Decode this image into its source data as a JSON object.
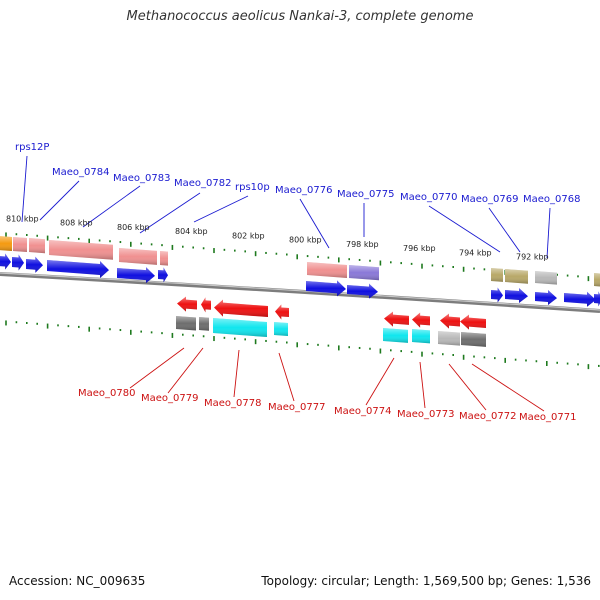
{
  "title": "Methanococcus aeolicus Nankai-3, complete genome",
  "footer": {
    "accession": "Accession: NC_009635",
    "stats": "Topology: circular; Length: 1,569,500 bp; Genes: 1,536"
  },
  "colors": {
    "forward_label": "#1a1ad0",
    "reverse_label": "#cc1111",
    "tick": "#1e7a1e",
    "backbone": "#8a8a8a",
    "cds": "#1010e0",
    "cds_reverse": "#ee1111",
    "cog_salmon": "#f09090",
    "cog_purple": "#8a78d8",
    "cog_olive": "#b8a868",
    "cog_gray": "#b8b8b8",
    "cog_darkgray": "#6e6e6e",
    "cog_cyan": "#10e6ee",
    "cog_orange": "#f59a10"
  },
  "scale_labels": [
    "810 kbp",
    "808 kbp",
    "806 kbp",
    "804 kbp",
    "802 kbp",
    "800 kbp",
    "798 kbp",
    "796 kbp",
    "794 kbp",
    "792 kbp"
  ],
  "forward_genes": [
    "rps12P",
    "Maeo_0784",
    "Maeo_0783",
    "Maeo_0782",
    "rps10p",
    "Maeo_0776",
    "Maeo_0775",
    "Maeo_0770",
    "Maeo_0769",
    "Maeo_0768"
  ],
  "reverse_genes": [
    "Maeo_0780",
    "Maeo_0779",
    "Maeo_0778",
    "Maeo_0777",
    "Maeo_0774",
    "Maeo_0773",
    "Maeo_0772",
    "Maeo_0771"
  ]
}
